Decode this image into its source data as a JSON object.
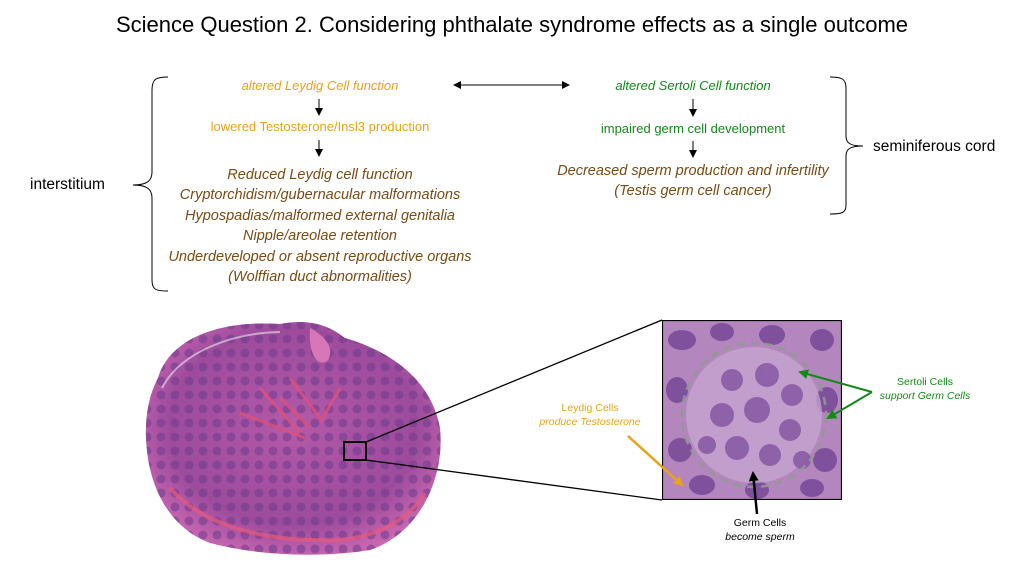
{
  "title": "Science Question 2. Considering phthalate syndrome effects as a single outcome",
  "left_column": {
    "step1": "altered Leydig Cell function",
    "step2": "lowered Testosterone/Insl3 production",
    "outcomes": [
      "Reduced Leydig cell function",
      "Cryptorchidism/gubernacular malformations",
      "Hypospadias/malformed external genitalia",
      "Nipple/areolae retention",
      "Underdeveloped or absent reproductive organs",
      "(Wolffian duct abnormalities)"
    ]
  },
  "right_column": {
    "step1": "altered Sertoli Cell function",
    "step2": "impaired germ cell development",
    "outcomes": [
      "Decreased sperm production and infertility",
      "(Testis germ cell cancer)"
    ]
  },
  "brace_labels": {
    "left": "interstitium",
    "right": "seminiferous cord"
  },
  "annotations": {
    "leydig": {
      "name": "Leydig Cells",
      "desc": "produce Testosterone"
    },
    "sertoli": {
      "name": "Sertoli Cells",
      "desc": "support Germ Cells"
    },
    "germ": {
      "name": "Germ Cells",
      "desc": "become sperm"
    }
  },
  "colors": {
    "leydig": "#e8a317",
    "sertoli": "#138a18",
    "outcome": "#7b4a12"
  }
}
